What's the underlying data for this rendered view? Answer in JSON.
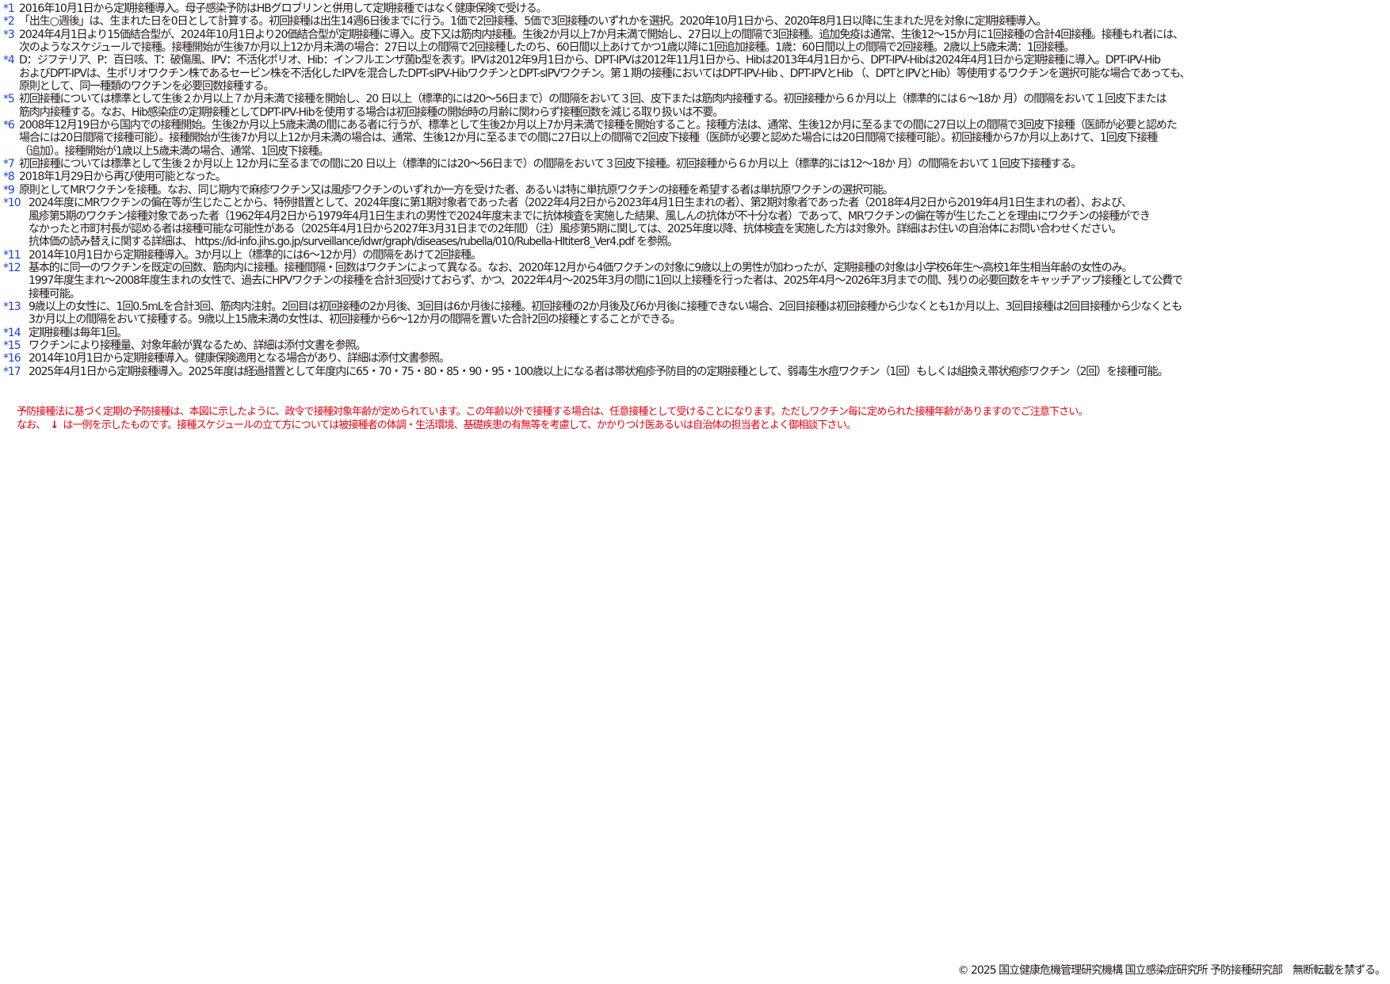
{
  "notes": [
    {
      "marker": "*1",
      "lines": [
        "2016年10月1日から定期接種導入。母子感染予防はHBグロブリンと併用して定期接種ではなく健康保険で受ける。"
      ]
    },
    {
      "marker": "*2",
      "lines": [
        "「出生○週後」は、生まれた日を0日として計算する。初回接種は出生14週6日後までに行う。1価で2回接種、5価で3回接種のいずれかを選択。2020年10月1日から、2020年8月1日以降に生まれた児を対象に定期接種導入。"
      ]
    },
    {
      "marker": "*3",
      "lines": [
        "2024年4月1日より15価結合型が、2024年10月1日より20価結合型が定期接種に導入。皮下又は筋肉内接種。生後2か月以上7か月未満で開始し、27日以上の間隔で3回接種。追加免疫は通常、生後12〜15か月に1回接種の合計4回接種。接種もれ者には、",
        "次のようなスケジュールで接種。接種開始が生後7か月以上12か月未満の場合：27日以上の間隔で2回接種したのち、60日間以上あけてかつ1歳以降に1回追加接種。1歳：60日間以上の間隔で2回接種。2歳以上5歳未満：1回接種。"
      ]
    },
    {
      "marker": "*4",
      "lines": [
        "D：ジフテリア、P：百日咳、T：破傷風、IPV：不活化ポリオ、Hib：インフルエンザ菌b型を表す。IPVは2012年9月1日から、DPT-IPVは2012年11月1日から、Hibは2013年4月1日から、DPT-IPV-Hibは2024年4月1日から定期接種に導入。DPT-IPV-Hib",
        "およびDPT-IPVは、生ポリオワクチン株であるセービン株を不活化したIPVを混合したDPT-sIPV-HibワクチンとDPT-sIPVワクチン。第１期の接種においてはDPT-IPV-Hib 、DPT-IPVとHib （、DPTとIPVとHib）等使用するワクチンを選択可能な場合であっても、",
        " 原則として、同一種類のワクチンを必要回数接種する。"
      ]
    },
    {
      "marker": "*5",
      "lines": [
        "初回接種については標準として生後２か月以上７か月未満で接種を開始し、20 日以上（標準的には20〜56日まで）の間隔をおいて３回、皮下または筋肉内接種する。初回接種から６か月以上（標準的には６〜18か 月）の間隔をおいて１回皮下または",
        "筋肉内接種する。なお、Hib感染症の定期接種としてDPT-IPV-Hibを使用する場合は初回接種の開始時の月齢に関わらず接種回数を減じる取り扱いは不要。"
      ]
    },
    {
      "marker": "*6",
      "lines": [
        "2008年12月19日から国内での接種開始。生後2か月以上5歳未満の間にある者に行うが、標準として生後2か月以上7か月未満で接種を開始すること。接種方法は、通常、生後12か月に至るまでの間に27日以上の間隔で3回皮下接種（医師が必要と認めた",
        "場合には20日間隔で接種可能）。接種開始が生後7か月以上12か月未満の場合は、通常、生後12か月に至るまでの間に27日以上の間隔で2回皮下接種（医師が必要と認めた場合には20日間隔で接種可能）。初回接種から7か月以上あけて、1回皮下接種",
        "（追加）。接種開始が1歳以上5歳未満の場合、通常、1回皮下接種。"
      ]
    },
    {
      "marker": "*7",
      "lines": [
        "初回接種については標準として生後２か月以上 12か月に至るまでの間に20 日以上（標準的には20〜56日まで）の間隔をおいて３回皮下接種。初回接種から６か月以上（標準的には12〜18か 月）の間隔をおいて１回皮下接種する。"
      ]
    },
    {
      "marker": "*8",
      "lines": [
        "2018年1月29日から再び使用可能となった。"
      ]
    },
    {
      "marker": "*9",
      "lines": [
        "原則としてMRワクチンを接種。なお、同じ期内で麻疹ワクチン又は風疹ワクチンのいずれか一方を受けた者、あるいは特に単抗原ワクチンの接種を希望する者は単抗原ワクチンの選択可能。"
      ]
    },
    {
      "marker": "*10",
      "lines": [
        "2024年度にMRワクチンの偏在等が生じたことから、特例措置として、2024年度に第1期対象者であった者（2022年4月2日から2023年4月1日生まれの者）、第2期対象者であった者（2018年4月2日から2019年4月1日生まれの者）、および、",
        "風疹第5期のワクチン接種対象であった者（1962年4月2日から1979年4月1日生まれの男性で2024年度末までに抗体検査を実施した結果、風しんの抗体が不十分な者）であって、MRワクチンの偏在等が生じたことを理由にワクチンの接種ができ",
        "なかったと市町村長が認める者は接種可能な可能性がある（2025年4月1日から2027年3月31日までの2年間）（注）風疹第5期に関しては、2025年度以降、抗体検査を実施した方は対象外。詳細はお住いの自治体にお問い合わせください。",
        "抗体価の読み替えに関する詳細は、 https://id-info.jihs.go.jp/surveillance/idwr/graph/diseases/rubella/010/Rubella-HItiter8_Ver4.pdf を参照。"
      ]
    },
    {
      "marker": "*11",
      "lines": [
        "2014年10月1日から定期接種導入。3か月以上（標準的には6〜12か月）の間隔をあけて2回接種。"
      ]
    },
    {
      "marker": "*12",
      "lines": [
        "基本的に同一のワクチンを既定の回数、筋肉内に接種。接種間隔・回数はワクチンによって異なる。なお、2020年12月から4価ワクチンの対象に9歳以上の男性が加わったが、定期接種の対象は小学校6年生〜高校1年生相当年齢の女性のみ。",
        "1997年度生まれ〜2008年度生まれの女性で、過去にHPVワクチンの接種を合計3回受けておらず、かつ、2022年4月〜2025年3月の間に1回以上接種を行った者は、2025年4月〜2026年3月までの間、残りの必要回数をキャッチアップ接種として公費で",
        "接種可能。"
      ]
    },
    {
      "marker": "*13",
      "lines": [
        "9歳以上の女性に、1回0.5mLを合計3回、筋肉内注射。2回目は初回接種の2か月後、3回目は6か月後に接種。初回接種の2か月後及び6か月後に接種できない場合、2回目接種は初回接種から少なくとも1か月以上、3回目接種は2回目接種から少なくとも",
        "3か月以上の間隔をおいて接種する。9歳以上15歳未満の女性は、初回接種から6〜12か月の間隔を置いた合計2回の接種とすることができる。"
      ]
    },
    {
      "marker": "*14",
      "lines": [
        "定期接種は毎年1回。"
      ]
    },
    {
      "marker": "*15",
      "lines": [
        "ワクチンにより接種量、対象年齢が異なるため、詳細は添付文書を参照。"
      ]
    },
    {
      "marker": "*16",
      "lines": [
        "2014年10月1日から定期接種導入。健康保険適用となる場合があり、詳細は添付文書参照。"
      ]
    },
    {
      "marker": "*17",
      "lines": [
        "2025年4月1日から定期接種導入。2025年度は経過措置として年度内に65・70・75・80・85・90・95・100歳以上になる者は帯状疱疹予防目的の定期接種として、弱毒生水痘ワクチン（1回）もしくは組換え帯状疱疹ワクチン（2回）を接種可能。"
      ]
    }
  ],
  "notice": {
    "line1": "予防接種法に基づく定期の予防接種は、本図に示したように、政令で接種対象年齢が定められています。この年齢以外で接種する場合は、任意接種として受けることになります。ただしワクチン毎に定められた接種年齢がありますのでご注意下さい。",
    "line2_pre": "なお、",
    "arrow": "↓",
    "line2_post": "は一例を示したものです。接種スケジュールの立て方については被接種者の体調・生活環境、基礎疾患の有無等を考慮して、かかりつけ医あるいは自治体の担当者とよく御相談下さい。",
    "color": "#e60012"
  },
  "footer": "© 2025 国立健康危機管理研究機構 国立感染症研究所 予防接種研究部　無断転載を禁ずる。",
  "colors": {
    "marker": "#1a3fd6",
    "text": "#231815"
  }
}
